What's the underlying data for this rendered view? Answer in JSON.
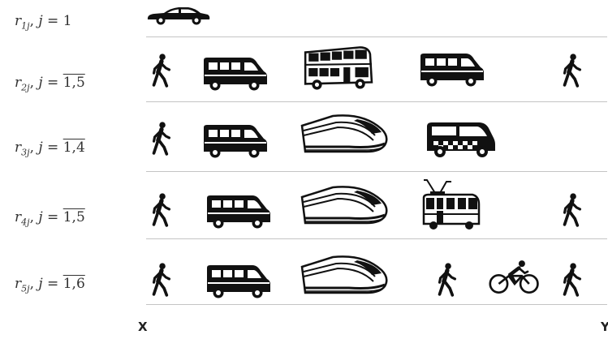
{
  "routes": [
    {
      "base": "r",
      "sub": "1j",
      "sep": ", ",
      "var": "j",
      "eq": " = ",
      "range": "1",
      "overline": false,
      "modes": [
        "car-icon"
      ]
    },
    {
      "base": "r",
      "sub": "2j",
      "sep": ", ",
      "var": "j",
      "eq": " = ",
      "range": "1,5",
      "overline": true,
      "modes": [
        "pedestrian-icon",
        "minibus-icon",
        "double-decker-bus-icon",
        "minibus-icon",
        "pedestrian-icon"
      ]
    },
    {
      "base": "r",
      "sub": "3j",
      "sep": ", ",
      "var": "j",
      "eq": " = ",
      "range": "1,4",
      "overline": true,
      "modes": [
        "pedestrian-icon",
        "minibus-icon",
        "high-speed-train-icon",
        "taxi-icon"
      ]
    },
    {
      "base": "r",
      "sub": "4j",
      "sep": ", ",
      "var": "j",
      "eq": " = ",
      "range": "1,5",
      "overline": true,
      "modes": [
        "pedestrian-icon",
        "minibus-icon",
        "high-speed-train-icon",
        "tram-icon",
        "pedestrian-icon"
      ]
    },
    {
      "base": "r",
      "sub": "5j",
      "sep": ", ",
      "var": "j",
      "eq": " = ",
      "range": "1,6",
      "overline": true,
      "modes": [
        "pedestrian-icon",
        "minibus-icon",
        "high-speed-train-icon",
        "pedestrian-icon",
        "bicycle-icon",
        "pedestrian-icon"
      ]
    }
  ],
  "endpoints": {
    "origin": "X",
    "destination": "Y"
  }
}
